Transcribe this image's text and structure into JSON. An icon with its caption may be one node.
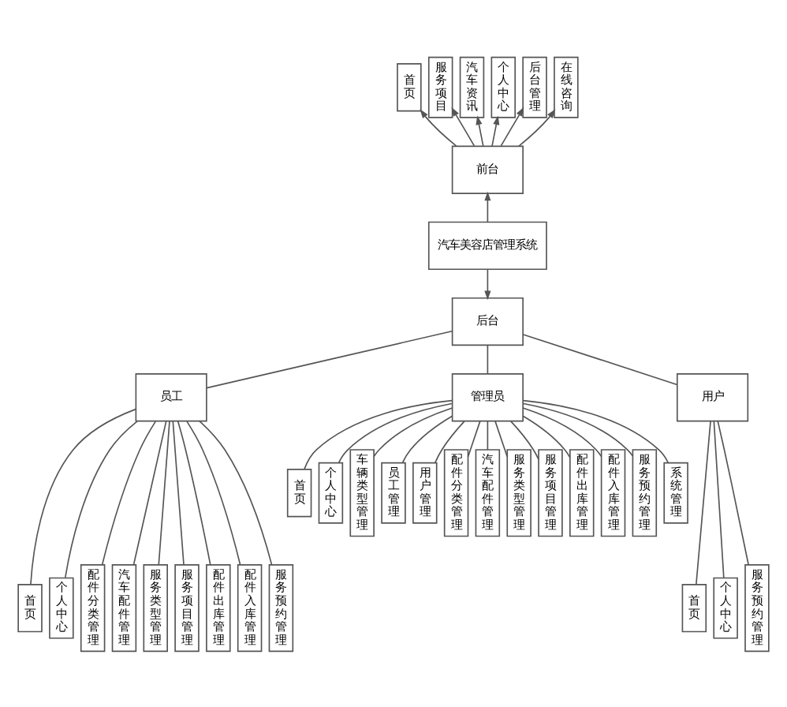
{
  "diagram": {
    "nodes": [
      {
        "text": [
          "汽车美容店管理系统"
        ]
      },
      {
        "text": [
          "前台"
        ]
      },
      {
        "text": [
          "首页"
        ]
      },
      {
        "text": [
          "服务项目"
        ]
      },
      {
        "text": [
          "汽车资讯"
        ]
      },
      {
        "text": [
          "个人中心"
        ]
      },
      {
        "text": [
          "后台管理"
        ]
      },
      {
        "text": [
          "在线咨询"
        ]
      },
      {
        "text": [
          "后台"
        ]
      },
      {
        "text": [
          "员工"
        ]
      },
      {
        "text": [
          "管理员"
        ]
      },
      {
        "text": [
          "用户"
        ]
      },
      {
        "text": [
          "首页"
        ]
      },
      {
        "text": [
          "个人中心"
        ]
      },
      {
        "text": [
          "配件分类管理"
        ]
      },
      {
        "text": [
          "汽车配件管理"
        ]
      },
      {
        "text": [
          "服务类型管理"
        ]
      },
      {
        "text": [
          "服务项目管理"
        ]
      },
      {
        "text": [
          "配件出库管理"
        ]
      },
      {
        "text": [
          "配件入库管理"
        ]
      },
      {
        "text": [
          "服务预约管理"
        ]
      },
      {
        "text": [
          "首页"
        ]
      },
      {
        "text": [
          "个人中心"
        ]
      },
      {
        "text": [
          "车辆类型管理"
        ]
      },
      {
        "text": [
          "员工管理"
        ]
      },
      {
        "text": [
          "用户管理"
        ]
      },
      {
        "text": [
          "配件分类管理"
        ]
      },
      {
        "text": [
          "汽车配件管理"
        ]
      },
      {
        "text": [
          "服务类型管理"
        ]
      },
      {
        "text": [
          "服务项目管理"
        ]
      },
      {
        "text": [
          "配件出库管理"
        ]
      },
      {
        "text": [
          "配件入库管理"
        ]
      },
      {
        "text": [
          "服务预约管理"
        ]
      },
      {
        "text": [
          "系统管理"
        ]
      },
      {
        "text": [
          "首页"
        ]
      },
      {
        "text": [
          "个人中心"
        ]
      },
      {
        "text": [
          "服务预约管理"
        ]
      }
    ],
    "edges": [
      {
        "from": 0,
        "to": 1,
        "arrow": "to"
      },
      {
        "from": 1,
        "to": 2,
        "arrow": "to"
      },
      {
        "from": 1,
        "to": 3,
        "arrow": "to"
      },
      {
        "from": 1,
        "to": 4,
        "arrow": "to"
      },
      {
        "from": 1,
        "to": 5,
        "arrow": "to"
      },
      {
        "from": 1,
        "to": 6,
        "arrow": "to"
      },
      {
        "from": 1,
        "to": 7,
        "arrow": "to"
      },
      {
        "from": 0,
        "to": 8,
        "arrow": "to"
      },
      {
        "from": 8,
        "to": 9,
        "arrow": "none"
      },
      {
        "from": 8,
        "to": 10,
        "arrow": "none"
      },
      {
        "from": 8,
        "to": 11,
        "arrow": "none"
      },
      {
        "from": 9,
        "to": 12,
        "arrow": "none"
      },
      {
        "from": 9,
        "to": 13,
        "arrow": "none"
      },
      {
        "from": 9,
        "to": 14,
        "arrow": "none"
      },
      {
        "from": 9,
        "to": 15,
        "arrow": "none"
      },
      {
        "from": 9,
        "to": 16,
        "arrow": "none"
      },
      {
        "from": 9,
        "to": 17,
        "arrow": "none"
      },
      {
        "from": 9,
        "to": 18,
        "arrow": "none"
      },
      {
        "from": 9,
        "to": 19,
        "arrow": "none"
      },
      {
        "from": 9,
        "to": 20,
        "arrow": "none"
      },
      {
        "from": 10,
        "to": 21,
        "arrow": "none"
      },
      {
        "from": 10,
        "to": 22,
        "arrow": "none"
      },
      {
        "from": 10,
        "to": 23,
        "arrow": "none"
      },
      {
        "from": 10,
        "to": 24,
        "arrow": "none"
      },
      {
        "from": 10,
        "to": 25,
        "arrow": "none"
      },
      {
        "from": 10,
        "to": 26,
        "arrow": "none"
      },
      {
        "from": 10,
        "to": 27,
        "arrow": "none"
      },
      {
        "from": 10,
        "to": 28,
        "arrow": "none"
      },
      {
        "from": 10,
        "to": 29,
        "arrow": "none"
      },
      {
        "from": 10,
        "to": 30,
        "arrow": "none"
      },
      {
        "from": 10,
        "to": 31,
        "arrow": "none"
      },
      {
        "from": 10,
        "to": 32,
        "arrow": "none"
      },
      {
        "from": 10,
        "to": 33,
        "arrow": "none"
      },
      {
        "from": 11,
        "to": 34,
        "arrow": "none"
      },
      {
        "from": 11,
        "to": 35,
        "arrow": "none"
      },
      {
        "from": 11,
        "to": 36,
        "arrow": "none"
      }
    ]
  }
}
